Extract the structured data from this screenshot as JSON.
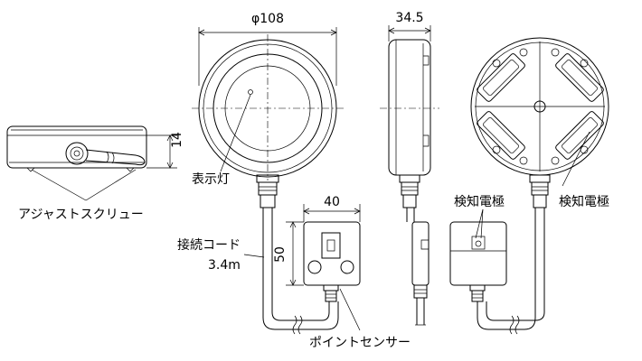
{
  "labels": {
    "dia_108": "φ108",
    "depth_34_5": "34.5",
    "height_14": "14",
    "sensor_width_40": "40",
    "sensor_height_50": "50",
    "indicator_lamp": "表示灯",
    "adjust_screw": "アジャストスクリュー",
    "cord": "接続コード",
    "cord_length": "3.4m",
    "point_sensor": "ポイントセンサー",
    "electrode_left": "検知電極",
    "electrode_right": "検知電極"
  }
}
